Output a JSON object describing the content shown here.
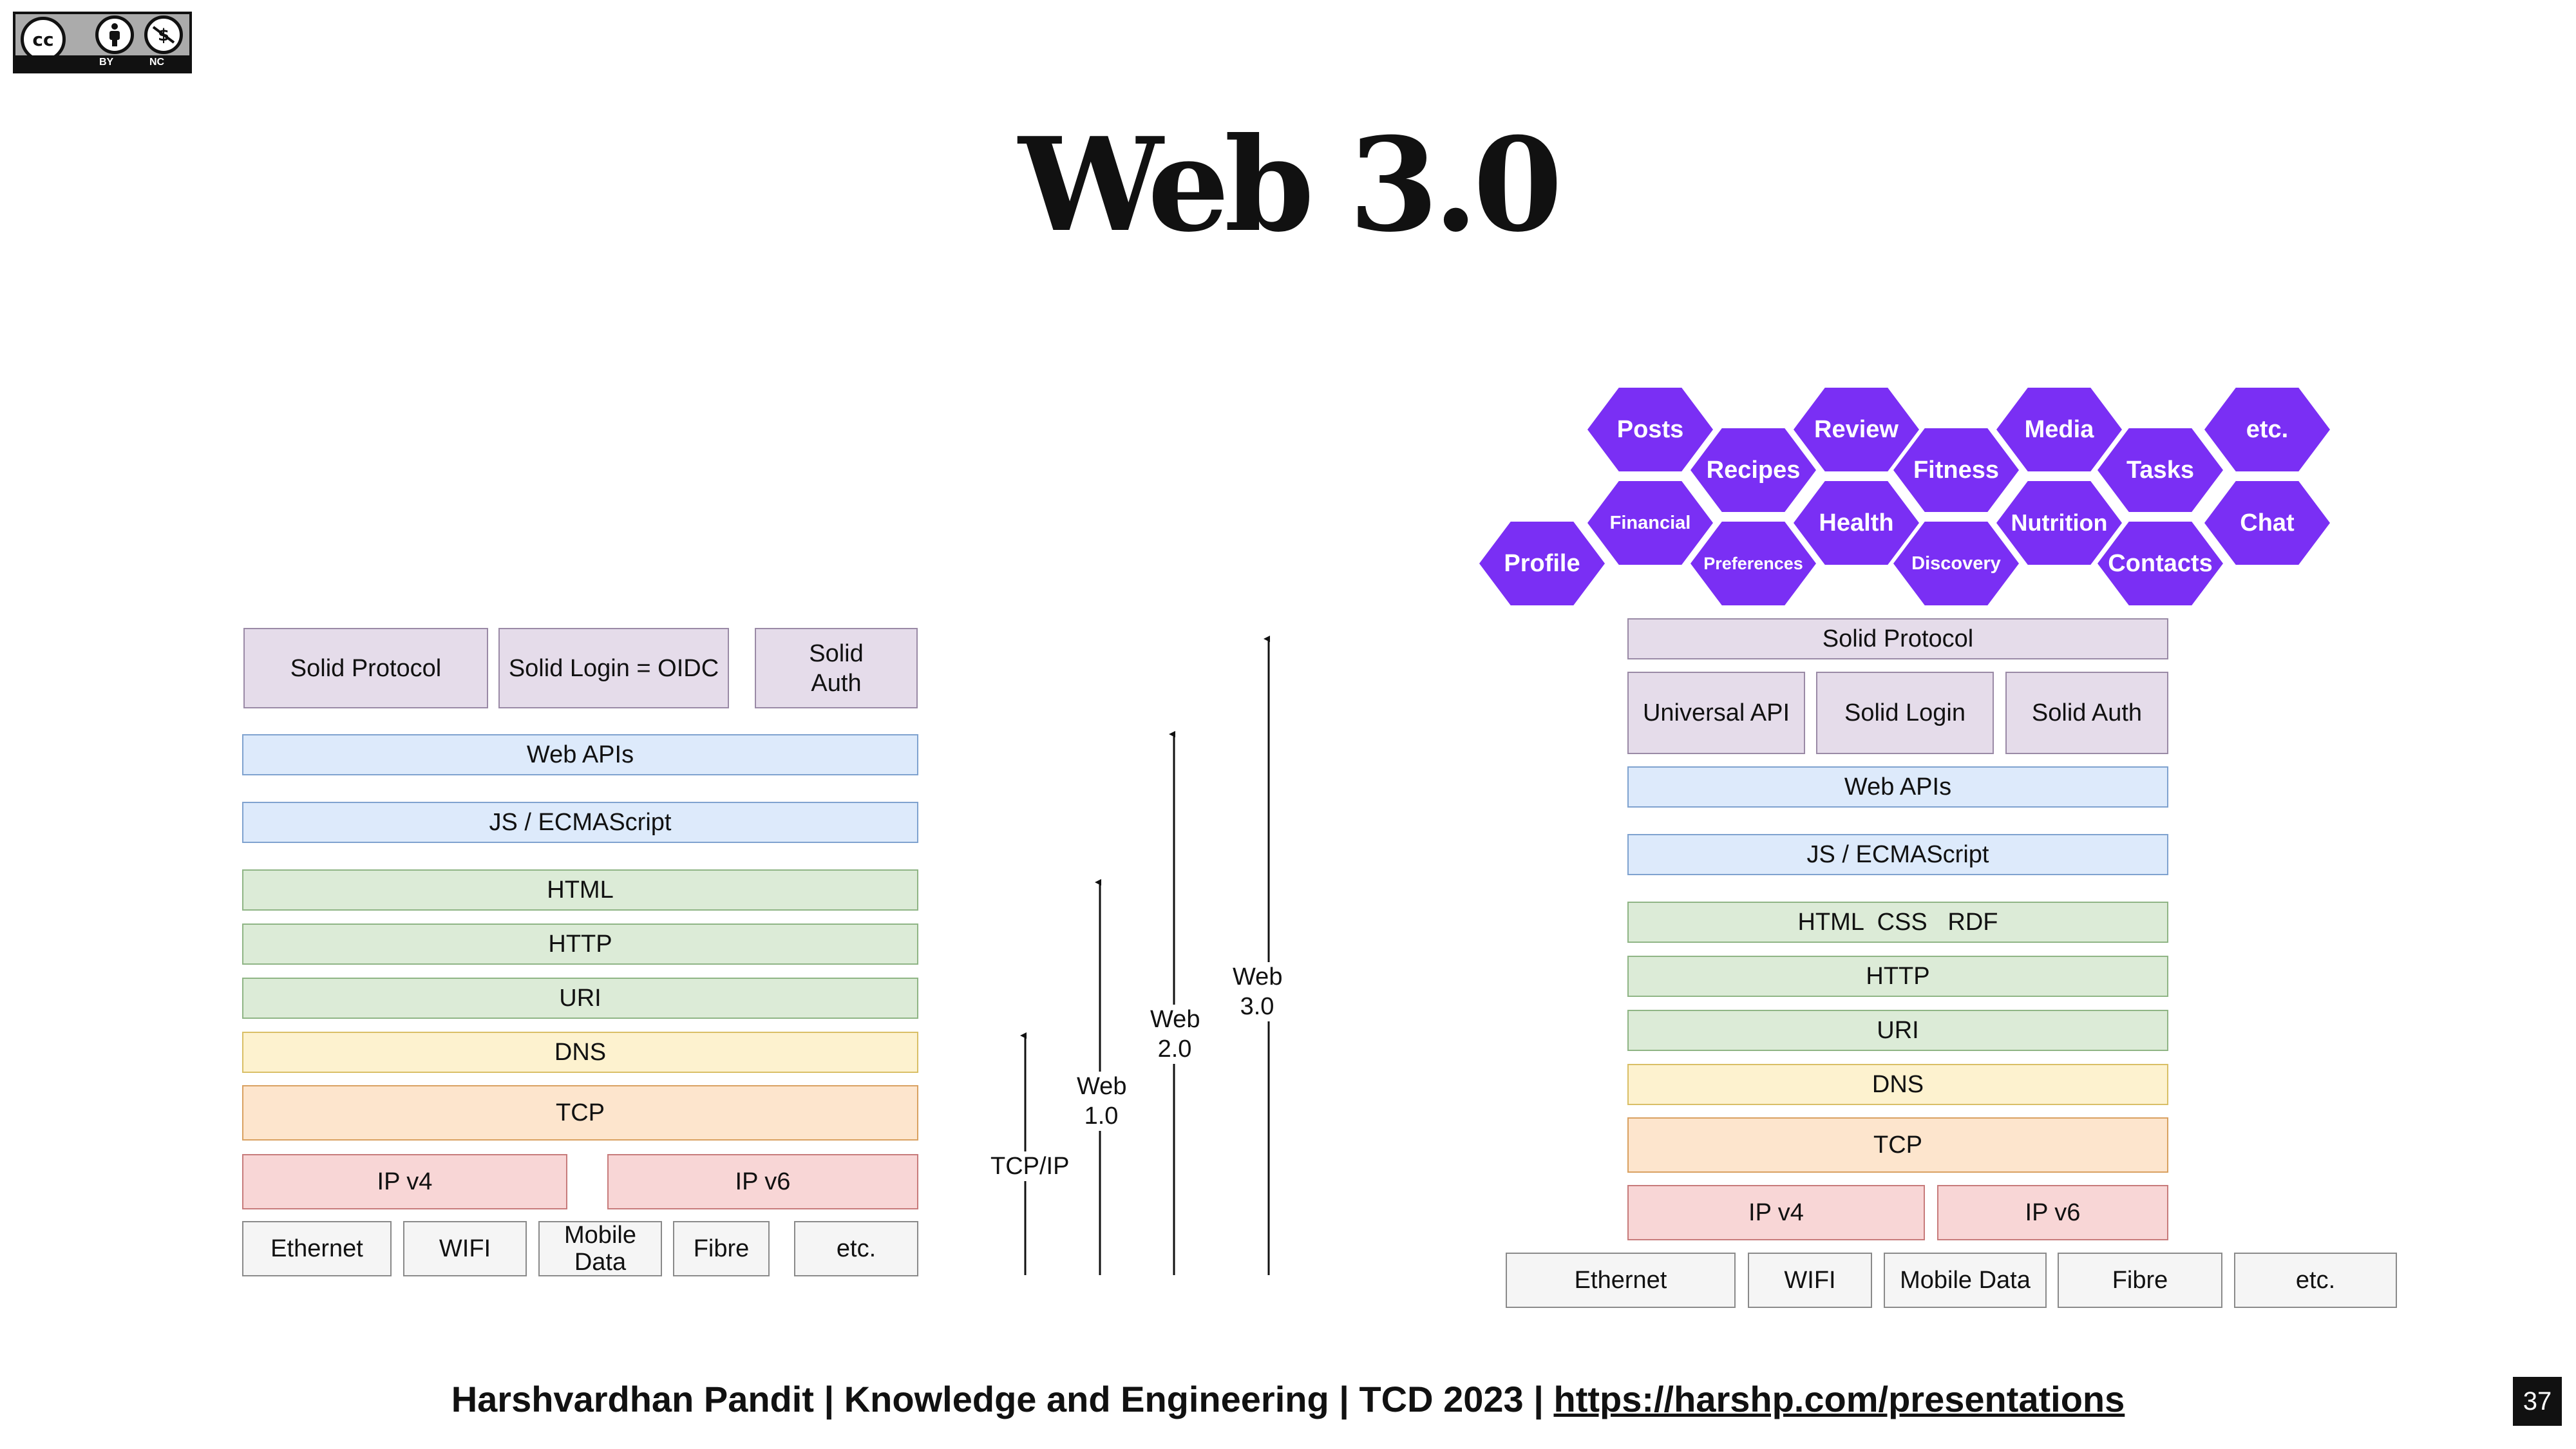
{
  "slide": {
    "title": "Web 3.0",
    "footer_text": "Harshvardhan Pandit | Knowledge and Engineering | TCD 2023 | ",
    "footer_link": "https://harshp.com/presentations",
    "page_number": "37",
    "license": {
      "label_by": "BY",
      "label_nc": "NC",
      "cc_text": "cc"
    }
  },
  "left_stack": {
    "solid_protocol": "Solid Protocol",
    "solid_login": "Solid Login = OIDC",
    "solid_auth_1": "Solid",
    "solid_auth_2": "Auth",
    "web_apis": "Web APIs",
    "js": "JS / ECMAScript",
    "html": "HTML",
    "http": "HTTP",
    "uri": "URI",
    "dns": "DNS",
    "tcp": "TCP",
    "ipv4": "IP v4",
    "ipv6": "IP v6",
    "ethernet": "Ethernet",
    "wifi": "WIFI",
    "mobile_1": "Mobile",
    "mobile_2": "Data",
    "fibre": "Fibre",
    "etc": "etc."
  },
  "arrows": {
    "tcpip": "TCP/IP",
    "web1_1": "Web",
    "web1_2": "1.0",
    "web2_1": "Web",
    "web2_2": "2.0",
    "web3_1": "Web",
    "web3_2": "3.0"
  },
  "right_stack": {
    "solid_protocol": "Solid Protocol",
    "universal_api": "Universal API",
    "solid_login": "Solid Login",
    "solid_auth": "Solid Auth",
    "web_apis": "Web APIs",
    "js": "JS / ECMAScript",
    "html_css_rdf": "HTML  CSS   RDF",
    "http": "HTTP",
    "uri": "URI",
    "dns": "DNS",
    "tcp": "TCP",
    "ipv4": "IP v4",
    "ipv6": "IP v6",
    "ethernet": "Ethernet",
    "wifi": "WIFI",
    "mobile": "Mobile Data",
    "fibre": "Fibre",
    "etc": "etc."
  },
  "hexagons": {
    "posts": "Posts",
    "recipes": "Recipes",
    "review": "Review",
    "fitness": "Fitness",
    "media": "Media",
    "tasks": "Tasks",
    "etc": "etc.",
    "profile": "Profile",
    "financial": "Financial",
    "preferences": "Preferences",
    "health": "Health",
    "discovery": "Discovery",
    "nutrition": "Nutrition",
    "contacts": "Contacts",
    "chat": "Chat"
  },
  "colors": {
    "hex_fill": "#7a2ff4",
    "purple_layer": "#e5dcea",
    "blue_layer": "#ddeafb",
    "green_layer": "#dcebd7",
    "yellow_layer": "#fdf2cf",
    "orange_layer": "#fde5cd",
    "red_layer": "#f8d6d6",
    "gray_layer": "#f5f5f5"
  }
}
